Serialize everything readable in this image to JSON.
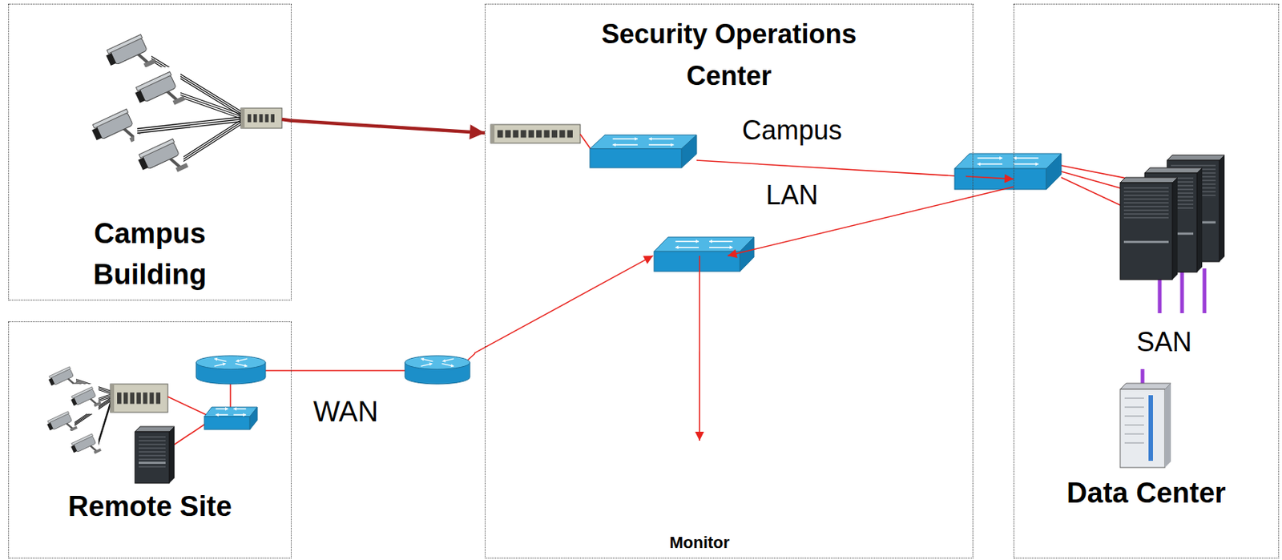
{
  "diagram": {
    "nodes": [
      {
        "text": [
          "Campus Building"
        ]
      },
      {
        "text": [
          "Security Operations Center"
        ]
      },
      {
        "text": [
          "Campus LAN"
        ],
        "in": 1
      },
      {
        "text": [
          "Monitor"
        ],
        "in": 1
      },
      {
        "text": [
          "Data Center"
        ]
      },
      {
        "text": [
          "SAN"
        ],
        "in": 4
      },
      {
        "text": [
          "Remote Site"
        ]
      },
      {
        "text": [
          "WAN"
        ]
      }
    ],
    "edges": [
      {
        "from": 0,
        "to": 1,
        "arrow": "to"
      },
      {
        "from": 2,
        "to": 4,
        "arrow": "to"
      },
      {
        "from": 4,
        "to": 2,
        "arrow": "to"
      },
      {
        "from": 7,
        "to": 2,
        "arrow": "to"
      },
      {
        "from": 2,
        "to": 3,
        "arrow": "to"
      }
    ]
  }
}
